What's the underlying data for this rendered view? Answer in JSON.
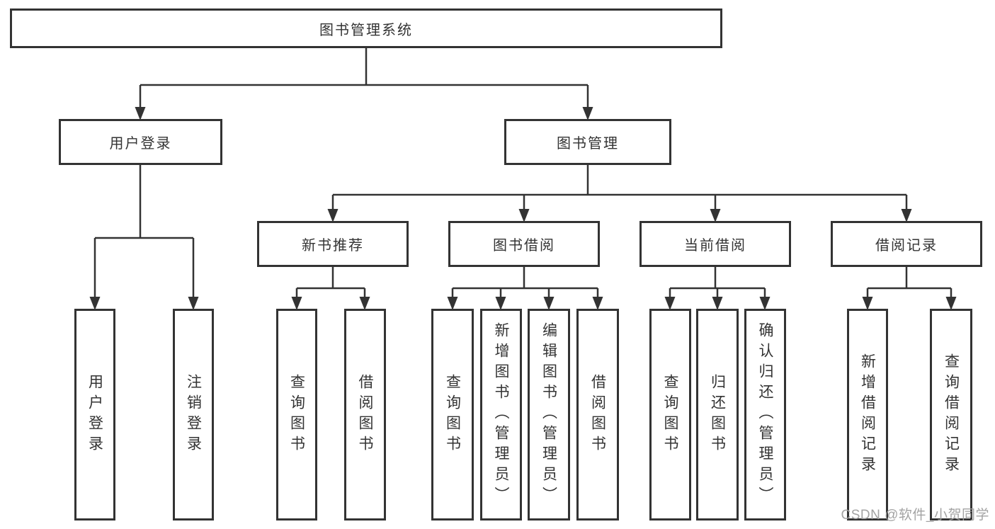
{
  "tree": {
    "root": "图书管理系统",
    "branches": {
      "user_login": "用户登录",
      "book_mgmt": "图书管理"
    },
    "modules": [
      "新书推荐",
      "图书借阅",
      "当前借阅",
      "借阅记录"
    ],
    "leaves": {
      "user_login": [
        "用户登录",
        "注销登录"
      ],
      "new_book_rec": [
        "查询图书",
        "借阅图书"
      ],
      "book_borrow": [
        "查询图书",
        "新增图书（管理员）",
        "编辑图书（管理员）",
        "借阅图书"
      ],
      "current_borrow": [
        "查询图书",
        "归还图书",
        "确认归还（管理员）"
      ],
      "borrow_records": [
        "新增借阅记录",
        "查询借阅记录"
      ]
    }
  },
  "watermark": "CSDN @软件_小贺同学",
  "colors": {
    "line": "#333333",
    "text": "#333333",
    "box_fill": "#ffffff",
    "watermark": "#9e9e9e",
    "background": "#ffffff"
  }
}
